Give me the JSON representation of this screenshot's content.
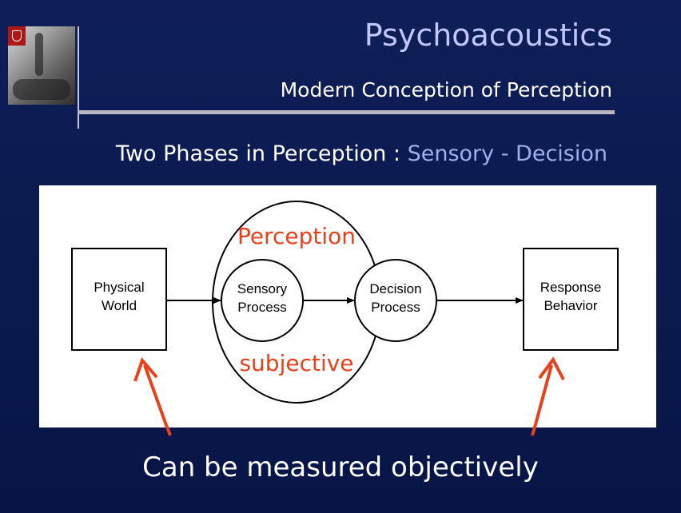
{
  "slide": {
    "title": "Psychoacoustics",
    "subtitle": "Modern Conception of Perception",
    "heading": {
      "prefix": "Two Phases in Perception : ",
      "highlight": "Sensory - Decision"
    },
    "footer": "Can be measured objectively"
  },
  "diagram": {
    "nodes": {
      "physical_world": [
        "Physical",
        "World"
      ],
      "sensory_process": [
        "Sensory",
        "Process"
      ],
      "decision_process": [
        "Decision",
        "Process"
      ],
      "response_behavior": [
        "Response",
        "Behavior"
      ]
    },
    "group_label_top": "Perception",
    "group_label_bottom": "subjective",
    "edges": [
      {
        "from": "physical_world",
        "to": "sensory_process"
      },
      {
        "from": "sensory_process",
        "to": "decision_process"
      },
      {
        "from": "decision_process",
        "to": "response_behavior"
      }
    ],
    "annotation_arrows": [
      {
        "from": "footer",
        "to": "physical_world"
      },
      {
        "from": "footer",
        "to": "response_behavior"
      }
    ]
  },
  "colors": {
    "background": "#0f1e57",
    "title": "#c0c8ff",
    "highlight": "#9db1e8",
    "annotation": "#e8401a"
  }
}
